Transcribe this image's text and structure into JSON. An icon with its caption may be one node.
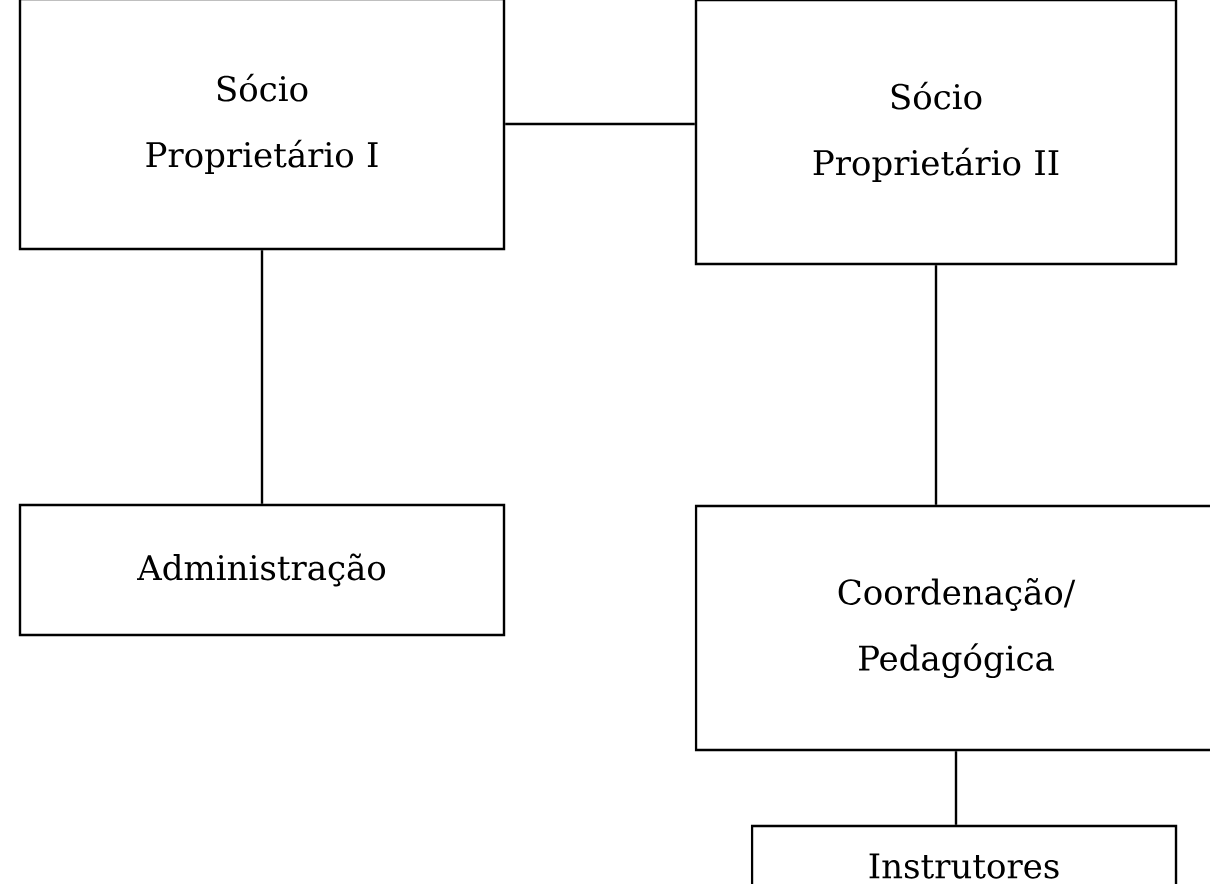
{
  "diagram": {
    "nodes": [
      {
        "text": [
          "Sócio Proprietário I"
        ]
      },
      {
        "text": [
          "Sócio Proprietário II"
        ]
      },
      {
        "text": [
          "Administração"
        ]
      },
      {
        "text": [
          "Coordenação/ Pedagógica"
        ]
      },
      {
        "text": [
          "Instrutores"
        ]
      }
    ],
    "edges": [
      {
        "from": 0,
        "to": 1,
        "arrow": "none"
      },
      {
        "from": 0,
        "to": 2,
        "arrow": "none"
      },
      {
        "from": 1,
        "to": 3,
        "arrow": "none"
      },
      {
        "from": 3,
        "to": 4,
        "arrow": "none"
      }
    ]
  }
}
